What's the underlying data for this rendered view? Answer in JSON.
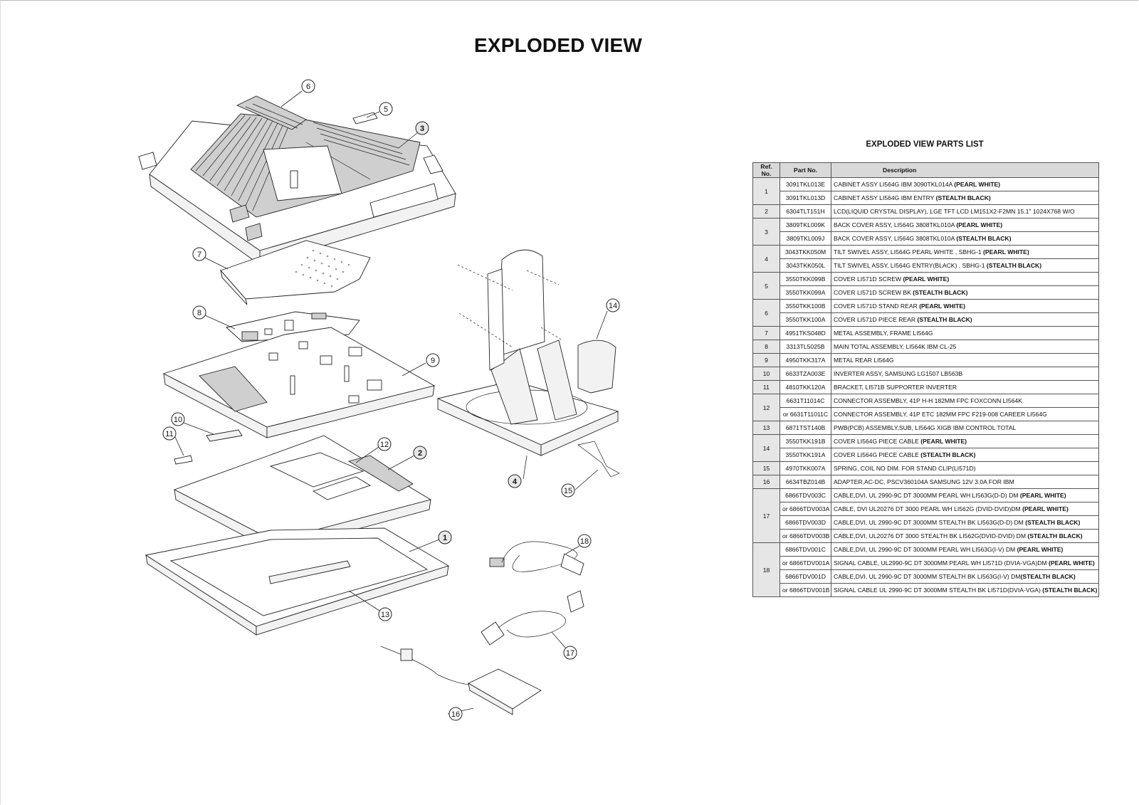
{
  "title": "EXPLODED VIEW",
  "diagram": {
    "callouts": [
      {
        "num": "6",
        "bold": false
      },
      {
        "num": "5",
        "bold": false
      },
      {
        "num": "3",
        "bold": true
      },
      {
        "num": "7",
        "bold": false
      },
      {
        "num": "8",
        "bold": false
      },
      {
        "num": "9",
        "bold": false
      },
      {
        "num": "10",
        "bold": false
      },
      {
        "num": "11",
        "bold": false
      },
      {
        "num": "12",
        "bold": false
      },
      {
        "num": "2",
        "bold": true
      },
      {
        "num": "1",
        "bold": true
      },
      {
        "num": "13",
        "bold": false
      },
      {
        "num": "14",
        "bold": false
      },
      {
        "num": "4",
        "bold": true
      },
      {
        "num": "15",
        "bold": false
      },
      {
        "num": "18",
        "bold": false
      },
      {
        "num": "17",
        "bold": false
      },
      {
        "num": "16",
        "bold": false
      }
    ]
  },
  "parts_list": {
    "title": "EXPLODED VIEW PARTS LIST",
    "headers": {
      "ref": "Ref. No.",
      "part": "Part No.",
      "desc": "Description"
    },
    "groups": [
      {
        "ref": "1",
        "rows": [
          {
            "part": "3091TKL013E",
            "desc": "CABINET ASSY LI564G IBM 3090TKL014A ",
            "bold": "(PEARL WHITE)"
          },
          {
            "part": "3091TKL013D",
            "desc": "CABINET ASSY LI564G IBM ENTRY ",
            "bold": "(STEALTH BLACK)"
          }
        ]
      },
      {
        "ref": "2",
        "rows": [
          {
            "part": "6304TLT151H",
            "desc": "LCD(LIQUID CRYSTAL DISPLAY), LGE TFT LCD LM151X2-F2MN 15.1\" 1024X768 W/O",
            "bold": ""
          }
        ]
      },
      {
        "ref": "3",
        "rows": [
          {
            "part": "3809TKL009K",
            "desc": "BACK COVER ASSY, LI564G 3808TKL010A ",
            "bold": "(PEARL WHITE)"
          },
          {
            "part": "3809TKL009J",
            "desc": "BACK COVER ASSY, LI564G 3808TKL010A ",
            "bold": "(STEALTH BLACK)"
          }
        ]
      },
      {
        "ref": "4",
        "rows": [
          {
            "part": "3043TKK050M",
            "desc": "TILT SWIVEL ASSY, LI564G PEARL WHITE , SBHG-1 ",
            "bold": "(PEARL WHITE)"
          },
          {
            "part": "3043TKK050L",
            "desc": "TILT SWIVEL ASSY, LI564G ENTRY(BLACK) , SBHG-1 ",
            "bold": "(STEALTH BLACK)"
          }
        ]
      },
      {
        "ref": "5",
        "rows": [
          {
            "part": "3550TKK099B",
            "desc": "COVER LI571D SCREW ",
            "bold": "(PEARL WHITE)"
          },
          {
            "part": "3550TKK099A",
            "desc": "COVER LI571D SCREW BK ",
            "bold": "(STEALTH BLACK)"
          }
        ]
      },
      {
        "ref": "6",
        "rows": [
          {
            "part": "3550TKK100B",
            "desc": "COVER LI571D STAND REAR ",
            "bold": "(PEARL WHITE)"
          },
          {
            "part": "3550TKK100A",
            "desc": "COVER LI571D PIECE REAR ",
            "bold": "(STEALTH BLACK)"
          }
        ]
      },
      {
        "ref": "7",
        "rows": [
          {
            "part": "4951TKS048D",
            "desc": "METAL ASSEMBLY, FRAME LI564G",
            "bold": ""
          }
        ]
      },
      {
        "ref": "8",
        "rows": [
          {
            "part": "3313TL5025B",
            "desc": "MAIN TOTAL ASSEMBLY, LI564K IBM CL-25",
            "bold": ""
          }
        ]
      },
      {
        "ref": "9",
        "rows": [
          {
            "part": "4950TKK317A",
            "desc": "METAL  REAR LI564G",
            "bold": ""
          }
        ]
      },
      {
        "ref": "10",
        "rows": [
          {
            "part": "6633TZA003E",
            "desc": "INVERTER ASSY, SAMSUNG LG1507 LB563B",
            "bold": ""
          }
        ]
      },
      {
        "ref": "11",
        "rows": [
          {
            "part": "4810TKK120A",
            "desc": "BRACKET, LI571B SUPPORTER INVERTER",
            "bold": ""
          }
        ]
      },
      {
        "ref": "12",
        "rows": [
          {
            "part": "6631T11014C",
            "desc": "CONNECTOR ASSEMBLY, 41P H-H 182MM FPC FOXCONN LI564K",
            "bold": ""
          },
          {
            "part": "or 6631T11011C",
            "desc": "CONNECTOR ASSEMBLY, 41P ETC 182MM FPC F219-008 CAREER LI564G",
            "bold": ""
          }
        ]
      },
      {
        "ref": "13",
        "rows": [
          {
            "part": "6871TST140B",
            "desc": "PWB(PCB) ASSEMBLY,SUB, LI564G XIGB IBM CONTROL TOTAL",
            "bold": ""
          }
        ]
      },
      {
        "ref": "14",
        "rows": [
          {
            "part": "3550TKK191B",
            "desc": "COVER LI564G PIECE CABLE ",
            "bold": "(PEARL WHITE)"
          },
          {
            "part": "3550TKK191A",
            "desc": "COVER LI564G PIECE CABLE ",
            "bold": "(STEALTH BLACK)"
          }
        ]
      },
      {
        "ref": "15",
        "rows": [
          {
            "part": "4970TKK007A",
            "desc": "SPRING, COIL NO DIM. FOR STAND CLIP(LI571D)",
            "bold": ""
          }
        ]
      },
      {
        "ref": "16",
        "rows": [
          {
            "part": "6634TBZ014B",
            "desc": "ADAPTER,AC-DC, PSCV360104A SAMSUNG 12V  3.0A FOR IBM",
            "bold": ""
          }
        ]
      },
      {
        "ref": "17",
        "rows": [
          {
            "part": "6866TDV003C",
            "desc": "CABLE,DVI, UL 2990-9C DT 3000MM PEARL WH LI563G(D-D) DM ",
            "bold": "(PEARL WHITE)"
          },
          {
            "part": "or 6866TDV003A",
            "desc": "CABLE, DVI UL20276 DT 3000 PEARL WH LI562G (DVID-DVID)DM ",
            "bold": "(PEARL WHITE)"
          },
          {
            "part": "6866TDV003D",
            "desc": "CABLE,DVI, UL 2990-9C DT 3000MM STEALTH BK LI563G(D-D) DM ",
            "bold": "(STEALTH BLACK)"
          },
          {
            "part": "or 6866TDV003B",
            "desc": "CABLE,DVI, UL20276 DT 3000 STEALTH BK LI562G(DVID-DVID) DM ",
            "bold": "(STEALTH BLACK)"
          }
        ]
      },
      {
        "ref": "18",
        "rows": [
          {
            "part": "6866TDV001C",
            "desc": "CABLE,DVI, UL 2990-9C DT 3000MM PEARL WH LI563G(I-V) DM ",
            "bold": "(PEARL WHITE)"
          },
          {
            "part": "or 6866TDV001A",
            "desc": "SIGNAL CABLE, UL2990-9C DT 3000MM PEARL WH LI571D (DVIA-VGA)DM ",
            "bold": "(PEARL WHITE)"
          },
          {
            "part": "6866TDV001D",
            "desc": "CABLE,DVI, UL 2990-9C DT 3000MM STEALTH BK LI563G(I-V) DM",
            "bold": "(STEALTH BLACK)"
          },
          {
            "part": "or 6866TDV001B",
            "desc": "SIGNAL CABLE    UL 2990-9C DT 3000MM STEALTH BK LI571D(DVIA-VGA) ",
            "bold": "(STEALTH BLACK)"
          }
        ]
      }
    ]
  }
}
